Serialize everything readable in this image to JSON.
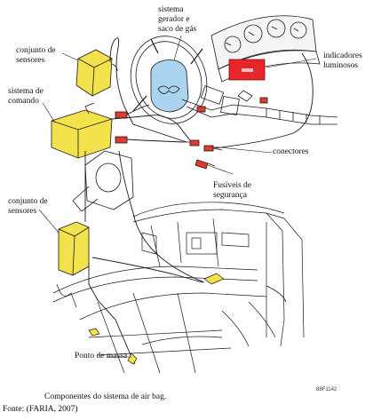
{
  "labels": {
    "sensores_top": "conjunto de\nsensores",
    "comando": "sistema de\ncomando",
    "sensores_bottom": "conjunto de\nsensores",
    "gerador": "sistema\ngerador e\nsaco de gás",
    "indicadores": "indicadores\nluminosos",
    "conectores": "conectores",
    "fusiveis": "Fusíveis de\nsegurança",
    "massa": "Ponto de massa"
  },
  "figure_code": "88F1142",
  "caption": "Componentes do sistema de air bag.",
  "source": "Fonte: (FARIA, 2007)",
  "colors": {
    "sensor_yellow": "#f3e24c",
    "airbag_blue": "#a9d3ee",
    "indicator_red": "#e8262a",
    "connector_red": "#e23b2b",
    "line": "#1a1a1a"
  }
}
